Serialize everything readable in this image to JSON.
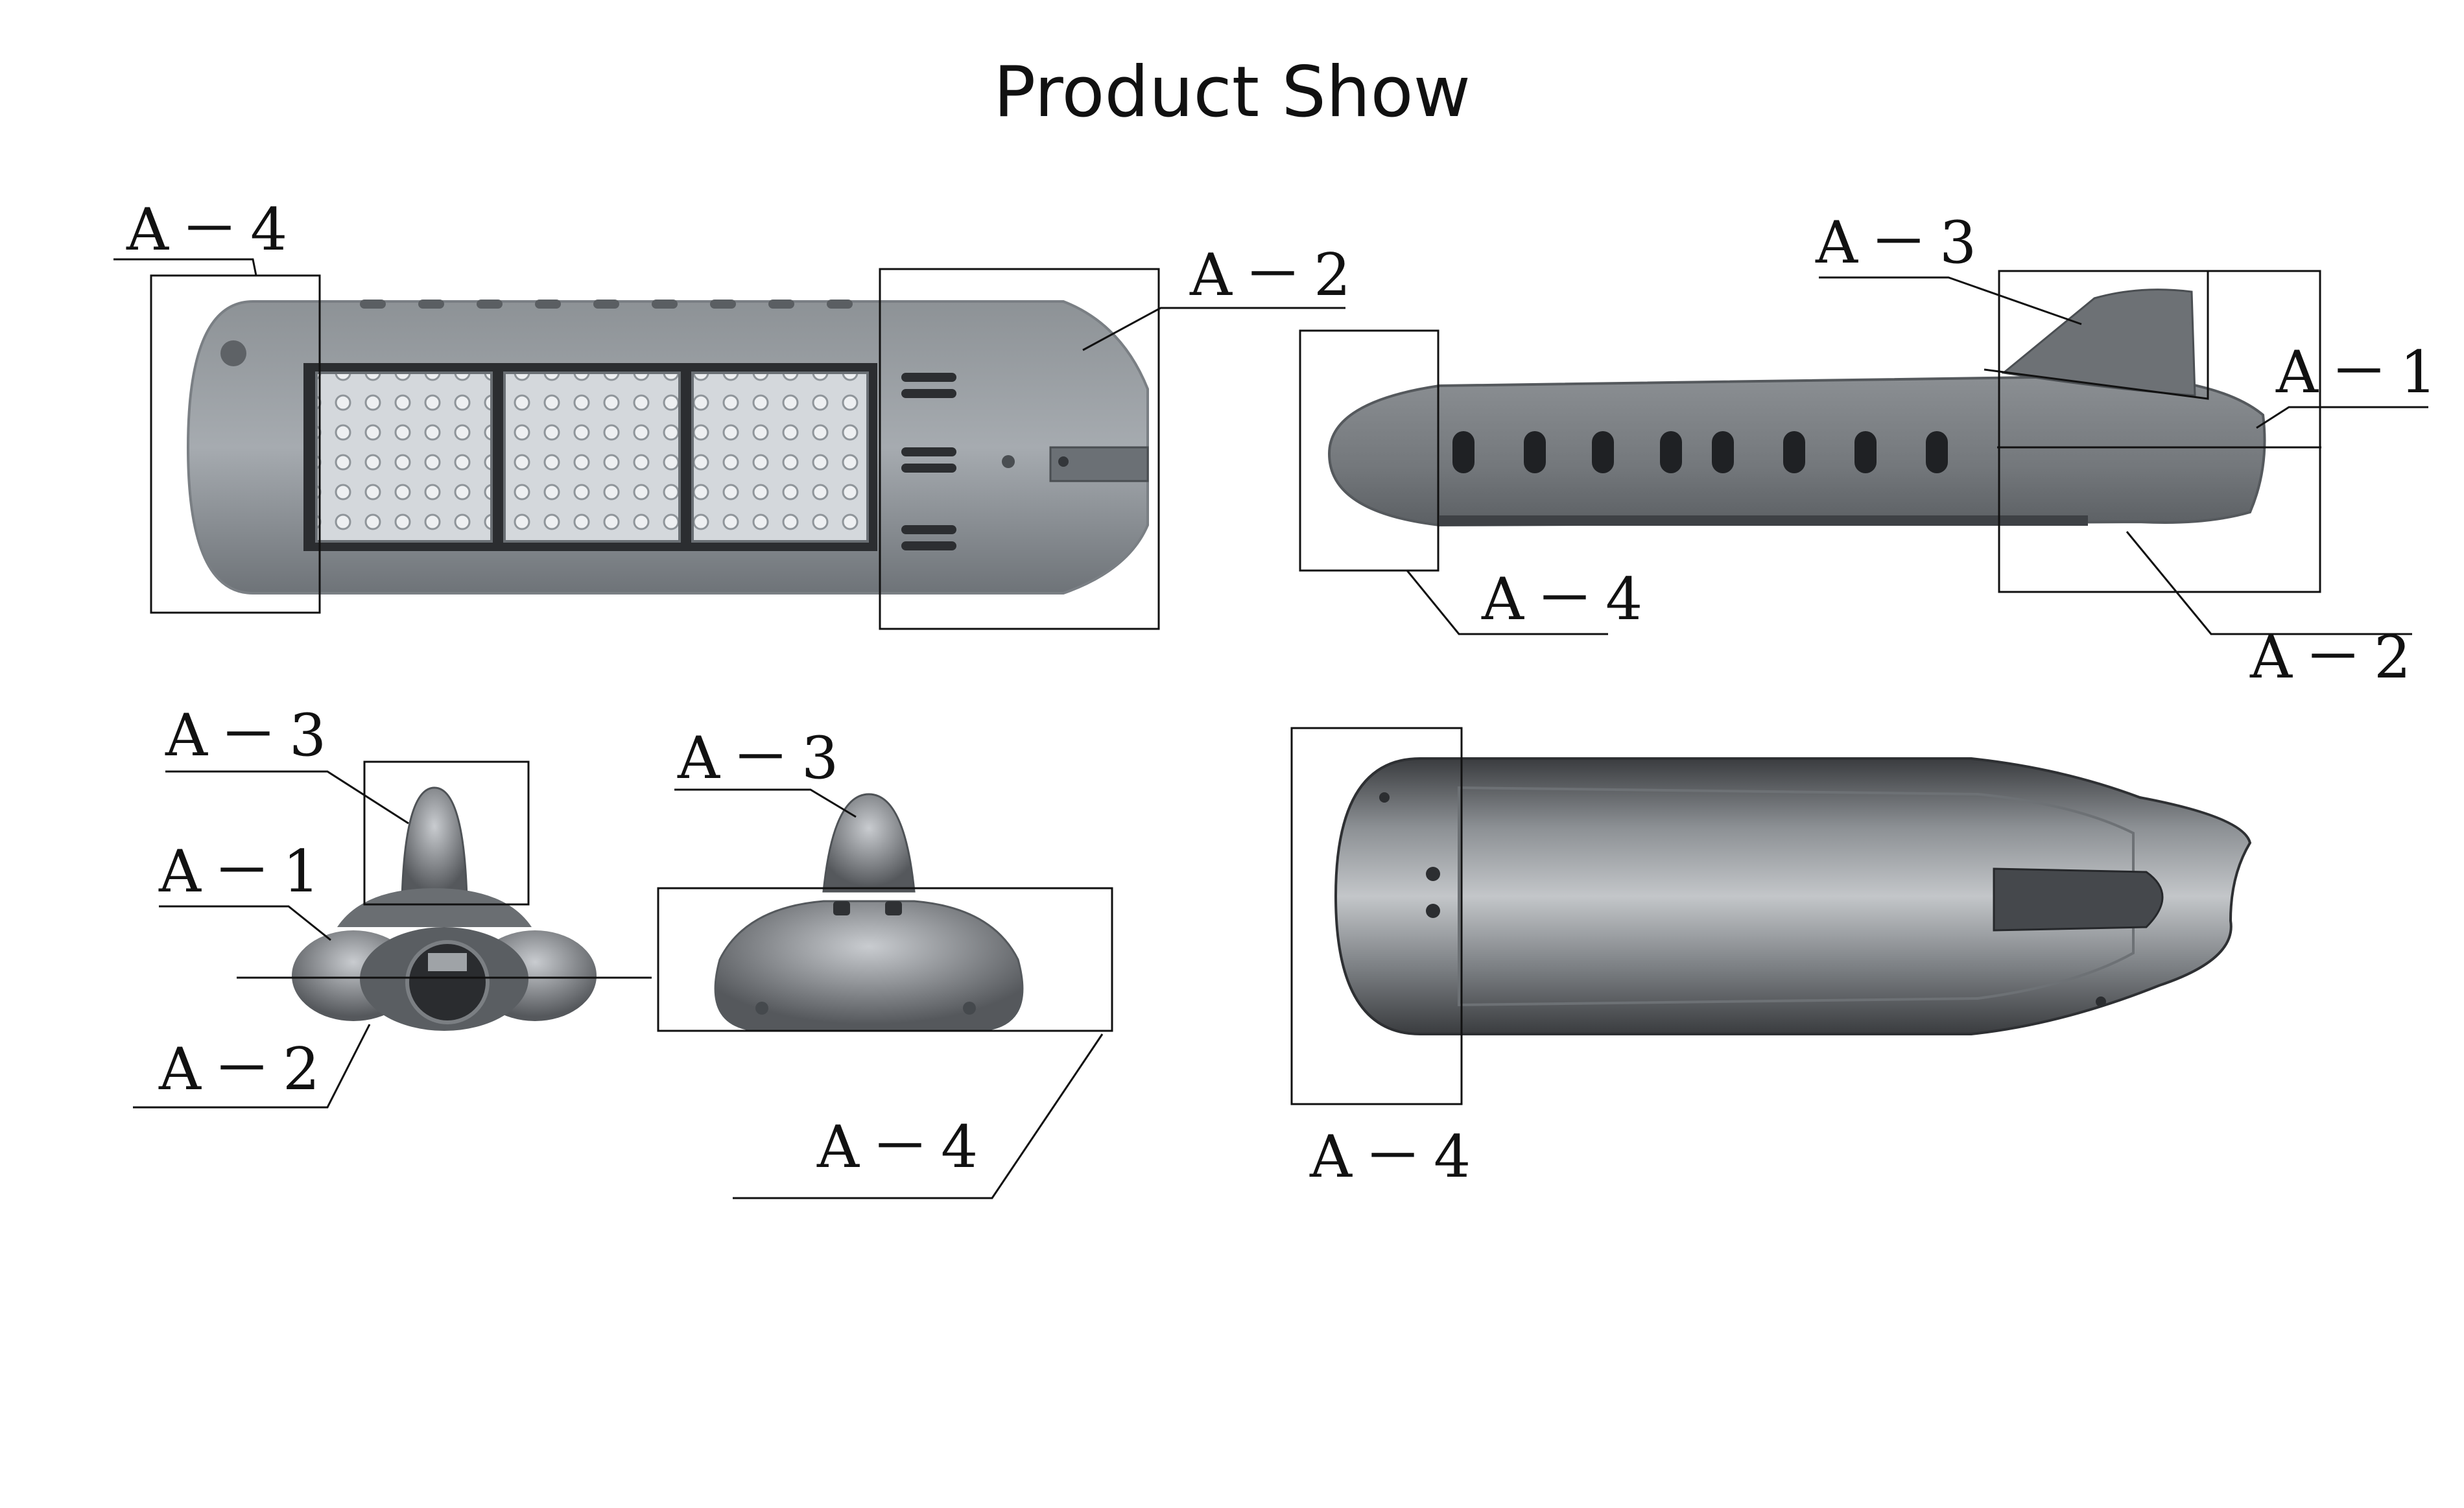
{
  "title": "Product Show",
  "colors": {
    "background": "#ffffff",
    "line": "#111111",
    "housing_light": "#9aa0a6",
    "housing_dark": "#5f6368",
    "led_panel": "#cfd3d8"
  },
  "views": {
    "top_left": {
      "labels": [
        "A－4",
        "A－2"
      ]
    },
    "top_right": {
      "labels": [
        "A－3",
        "A－1",
        "A－4",
        "A－2"
      ]
    },
    "bottom_left_front": {
      "labels": [
        "A－3",
        "A－1",
        "A－2"
      ]
    },
    "bottom_left_rear": {
      "labels": [
        "A－3",
        "A－4"
      ]
    },
    "bottom_right": {
      "labels": [
        "A－4"
      ]
    }
  }
}
